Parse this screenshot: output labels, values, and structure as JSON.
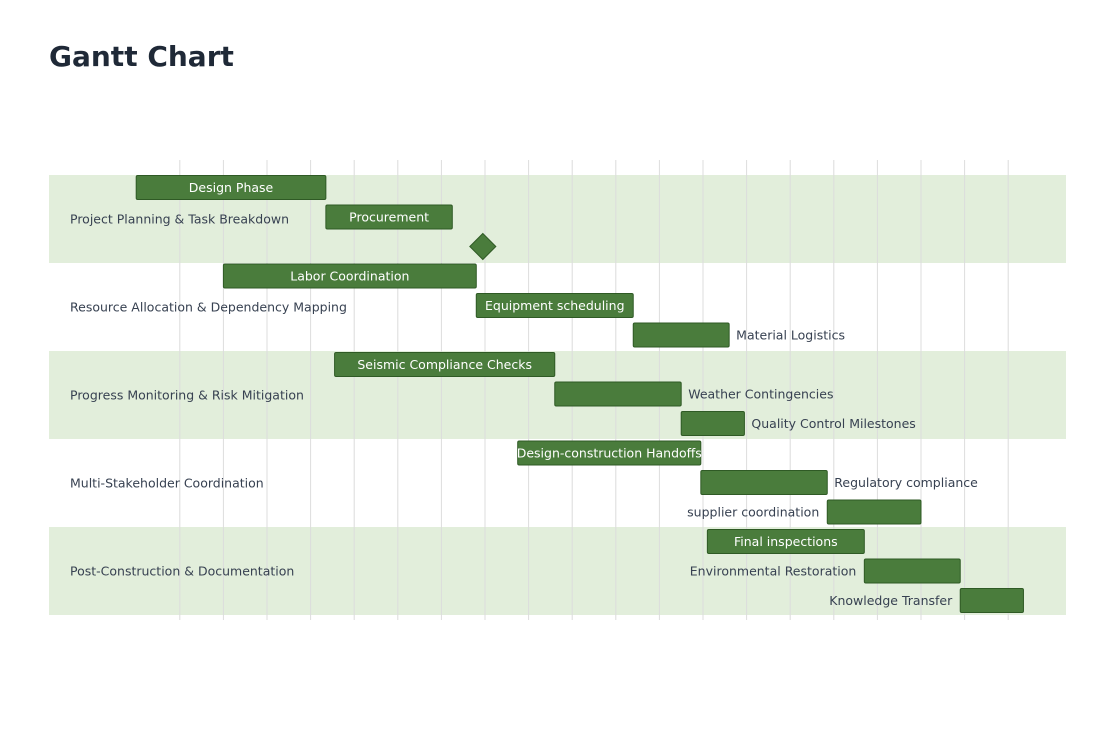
{
  "title": "Gantt Chart",
  "colors": {
    "bar": "#4a7c3c",
    "bar_border": "#2f5a25",
    "band": "#e2eedb",
    "grid": "#dcdcdc"
  },
  "chart_data": {
    "type": "gantt",
    "title": "Gantt Chart",
    "x_range": [
      0,
      22.5
    ],
    "grid": true,
    "sections": [
      {
        "name": "Project Planning & Task Breakdown",
        "shaded": true,
        "tasks": [
          {
            "name": "Design Phase",
            "start": 2,
            "end": 6.35,
            "label_position": "inside"
          },
          {
            "name": "Procurement",
            "start": 6.35,
            "end": 9.25,
            "label_position": "inside"
          },
          {
            "name": "",
            "milestone": true,
            "at": 9.95
          }
        ]
      },
      {
        "name": "Resource Allocation & Dependency Mapping",
        "shaded": false,
        "tasks": [
          {
            "name": "Labor Coordination",
            "start": 4,
            "end": 9.8,
            "label_position": "inside"
          },
          {
            "name": "Equipment scheduling",
            "start": 9.8,
            "end": 13.4,
            "label_position": "inside"
          },
          {
            "name": "Material Logistics",
            "start": 13.4,
            "end": 15.6,
            "label_position": "right"
          }
        ]
      },
      {
        "name": "Progress Monitoring & Risk Mitigation",
        "shaded": true,
        "tasks": [
          {
            "name": "Seismic Compliance Checks",
            "start": 6.55,
            "end": 11.6,
            "label_position": "inside"
          },
          {
            "name": "Weather Contingencies",
            "start": 11.6,
            "end": 14.5,
            "label_position": "right"
          },
          {
            "name": "Quality Control Milestones",
            "start": 14.5,
            "end": 15.95,
            "label_position": "right"
          }
        ]
      },
      {
        "name": "Multi-Stakeholder Coordination",
        "shaded": false,
        "tasks": [
          {
            "name": "Design-construction Handoffs",
            "start": 10.75,
            "end": 14.95,
            "label_position": "inside"
          },
          {
            "name": "Regulatory compliance",
            "start": 14.95,
            "end": 17.85,
            "label_position": "right"
          },
          {
            "name": "supplier coordination",
            "start": 17.85,
            "end": 20,
            "label_position": "left"
          }
        ]
      },
      {
        "name": "Post-Construction & Documentation",
        "shaded": true,
        "tasks": [
          {
            "name": "Final inspections",
            "start": 15.1,
            "end": 18.7,
            "label_position": "inside"
          },
          {
            "name": "Environmental Restoration",
            "start": 18.7,
            "end": 20.9,
            "label_position": "left"
          },
          {
            "name": "Knowledge Transfer",
            "start": 20.9,
            "end": 22.35,
            "label_position": "left"
          }
        ]
      }
    ]
  }
}
